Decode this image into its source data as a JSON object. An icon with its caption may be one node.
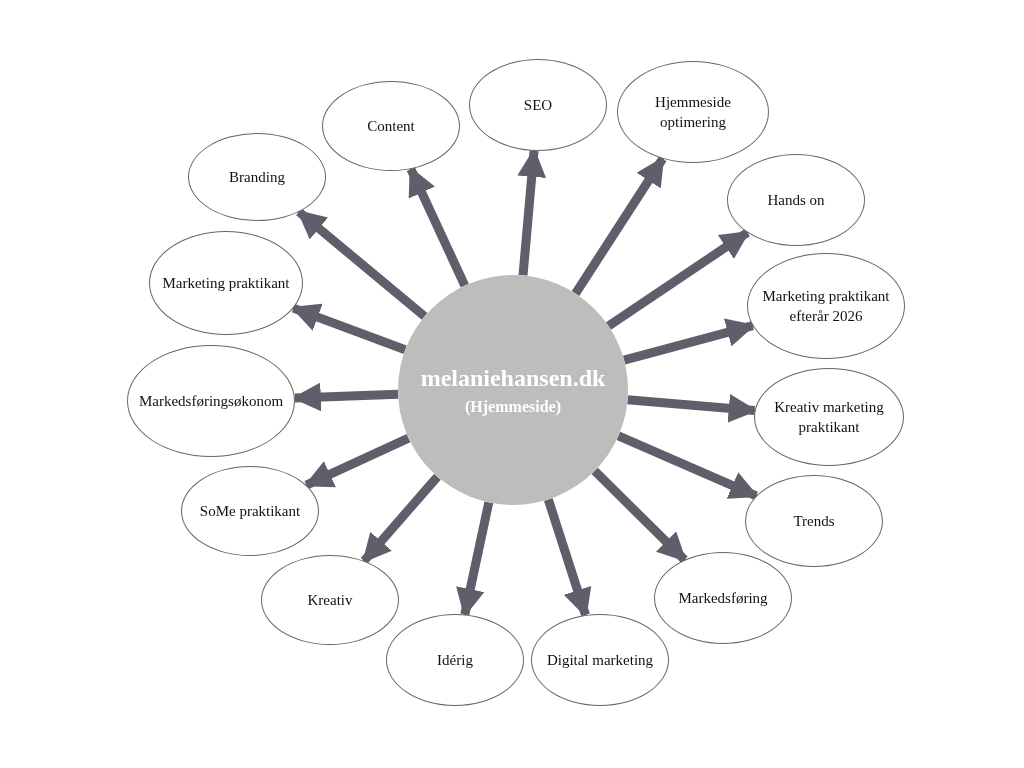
{
  "diagram": {
    "nodes": [
      {
        "text": [
          "melaniehansen.dk",
          "(Hjemmeside)"
        ]
      },
      {
        "text": [
          "Branding"
        ]
      },
      {
        "text": [
          "Content"
        ]
      },
      {
        "text": [
          "SEO"
        ]
      },
      {
        "text": [
          "Hjemmeside optimering"
        ]
      },
      {
        "text": [
          "Hands on"
        ]
      },
      {
        "text": [
          "Marketing praktikant efterår 2026"
        ]
      },
      {
        "text": [
          "Kreativ marketing praktikant"
        ]
      },
      {
        "text": [
          "Trends"
        ]
      },
      {
        "text": [
          "Markedsføring"
        ]
      },
      {
        "text": [
          "Digital marketing"
        ]
      },
      {
        "text": [
          "Idérig"
        ]
      },
      {
        "text": [
          "Kreativ"
        ]
      },
      {
        "text": [
          "SoMe praktikant"
        ]
      },
      {
        "text": [
          "Markedsføringsøkonom"
        ]
      },
      {
        "text": [
          "Marketing praktikant"
        ]
      }
    ],
    "edges": [
      {
        "from": 0,
        "to": 1,
        "arrow": "to"
      },
      {
        "from": 0,
        "to": 2,
        "arrow": "to"
      },
      {
        "from": 0,
        "to": 3,
        "arrow": "to"
      },
      {
        "from": 0,
        "to": 4,
        "arrow": "to"
      },
      {
        "from": 0,
        "to": 5,
        "arrow": "to"
      },
      {
        "from": 0,
        "to": 6,
        "arrow": "to"
      },
      {
        "from": 0,
        "to": 7,
        "arrow": "to"
      },
      {
        "from": 0,
        "to": 8,
        "arrow": "to"
      },
      {
        "from": 0,
        "to": 9,
        "arrow": "to"
      },
      {
        "from": 0,
        "to": 10,
        "arrow": "to"
      },
      {
        "from": 0,
        "to": 11,
        "arrow": "to"
      },
      {
        "from": 0,
        "to": 12,
        "arrow": "to"
      },
      {
        "from": 0,
        "to": 13,
        "arrow": "to"
      },
      {
        "from": 0,
        "to": 14,
        "arrow": "to"
      },
      {
        "from": 0,
        "to": 15,
        "arrow": "to"
      }
    ]
  }
}
